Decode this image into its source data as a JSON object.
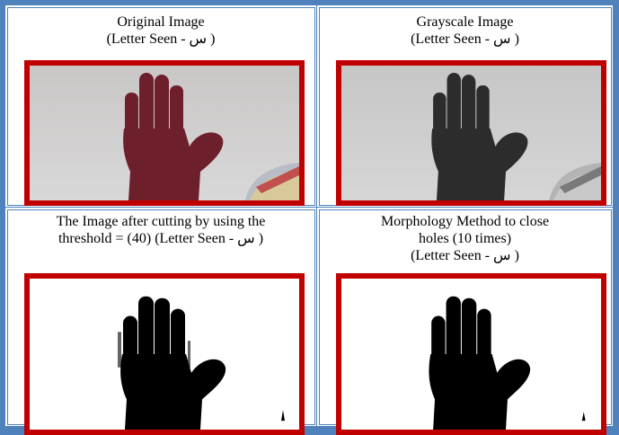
{
  "panels": {
    "original": {
      "title": "Original Image",
      "subtitle": "(Letter Seen - س   )"
    },
    "grayscale": {
      "title": "Grayscale Image",
      "subtitle": "(Letter Seen - س   )"
    },
    "threshold": {
      "line1": "The Image after cutting  by using the",
      "line2": "threshold = (40) (Letter Seen - س   )"
    },
    "morphology": {
      "line1": "Morphology  Method to close",
      "line2": "holes (10 times)",
      "line3": "(Letter Seen - س   )"
    }
  },
  "colors": {
    "frame_border": "#4f81bd",
    "image_border": "#c00000"
  }
}
